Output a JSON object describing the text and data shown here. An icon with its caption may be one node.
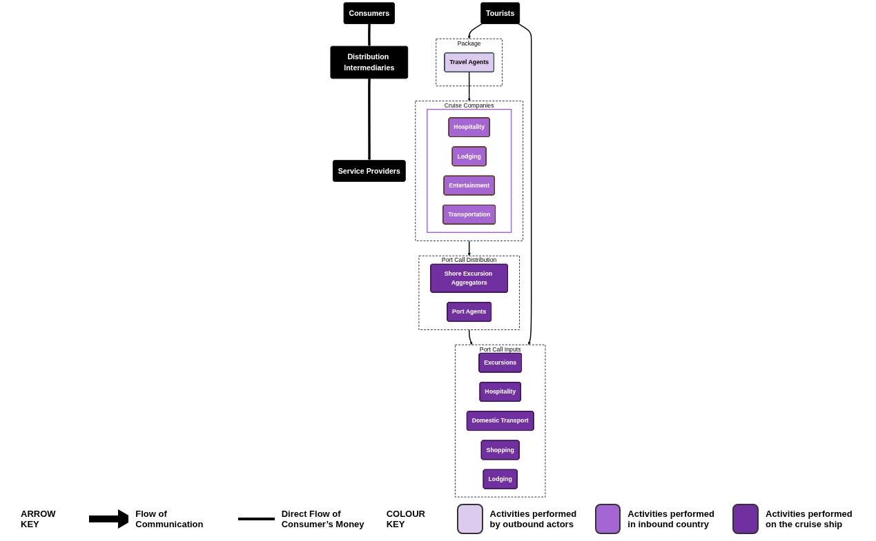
{
  "diagram": {
    "nodes": [
      {
        "text": [
          "Consumers"
        ]
      },
      {
        "text": [
          "Distribution Intermediaries"
        ]
      },
      {
        "text": [
          "Service Providers"
        ]
      },
      {
        "text": [
          "Tourists"
        ]
      },
      {
        "text": [
          "Package"
        ]
      },
      {
        "text": [
          "Travel Agents"
        ],
        "in": 4
      },
      {
        "text": [
          "Cruise Companies"
        ]
      },
      {
        "text": [],
        "shape": "box",
        "in": 6
      },
      {
        "text": [
          "Hospitality"
        ],
        "in": 7
      },
      {
        "text": [
          "Lodging"
        ],
        "in": 7
      },
      {
        "text": [
          "Entertainment"
        ],
        "in": 7
      },
      {
        "text": [
          "Transportation"
        ],
        "in": 7
      },
      {
        "text": [
          "Port Call Distribution"
        ]
      },
      {
        "text": [
          "Shore Excursion Aggregators"
        ],
        "in": 12
      },
      {
        "text": [
          "Port Agents"
        ],
        "in": 12
      },
      {
        "text": [
          "Port Call Inputs"
        ]
      },
      {
        "text": [
          "Excursions"
        ],
        "in": 15
      },
      {
        "text": [
          "Hospitality"
        ],
        "in": 15
      },
      {
        "text": [
          "Domestic Transport"
        ],
        "in": 15
      },
      {
        "text": [
          "Shopping"
        ],
        "in": 15
      },
      {
        "text": [
          "Lodging"
        ],
        "in": 15
      }
    ],
    "edges": [
      {
        "from": 0,
        "to": 1,
        "arrow": "to",
        "style": "thick"
      },
      {
        "from": 1,
        "to": 2,
        "arrow": "to",
        "style": "thick"
      },
      {
        "from": 3,
        "to": 4,
        "arrow": "to"
      },
      {
        "from": 5,
        "to": 6,
        "arrow": "to"
      },
      {
        "from": 6,
        "to": 12,
        "arrow": "to"
      },
      {
        "from": 12,
        "to": 15,
        "arrow": "to"
      },
      {
        "from": 3,
        "to": 15,
        "arrow": "to"
      }
    ],
    "labels": [
      "ARROW KEY",
      "COLOUR KEY"
    ],
    "legend": [
      {
        "text": "Flow of Communication"
      },
      {
        "text": "Direct Flow of Consumer’s Money"
      },
      {
        "text": "Activities performed by outbound actors",
        "color": "#dccbed"
      },
      {
        "text": "Activities performed in inbound country",
        "color": "#a366d3"
      },
      {
        "text": "Activities performed on the cruise ship",
        "color": "#7030a0"
      }
    ]
  }
}
